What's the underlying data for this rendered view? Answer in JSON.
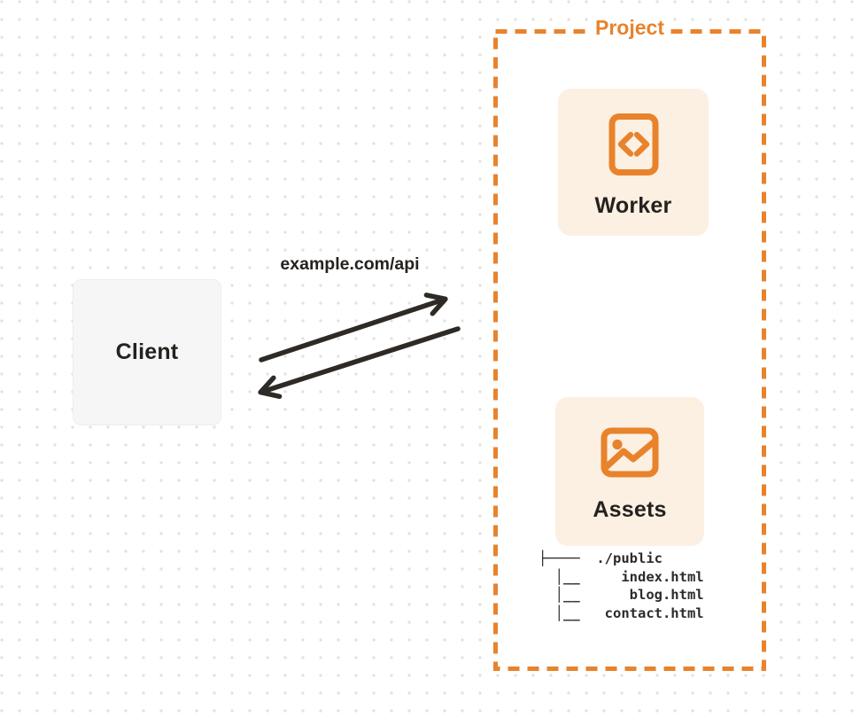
{
  "colors": {
    "accent_orange": "#e8832c",
    "panel_cream": "#fcf0e2",
    "client_fill": "#f6f6f6",
    "ink": "#25211e",
    "arrow_ink": "#2e2a26",
    "dot_grid": "#e2e2e2"
  },
  "client": {
    "label": "Client"
  },
  "request": {
    "label": "example.com/api"
  },
  "project": {
    "title": "Project",
    "nodes": [
      {
        "label": "Worker",
        "icon": "code-file-icon"
      },
      {
        "label": "Assets",
        "icon": "image-icon"
      }
    ],
    "file_tree": {
      "lines": [
        "├────  ./public",
        "  │__     index.html",
        "  │__      blog.html",
        "  │__   contact.html"
      ]
    }
  }
}
